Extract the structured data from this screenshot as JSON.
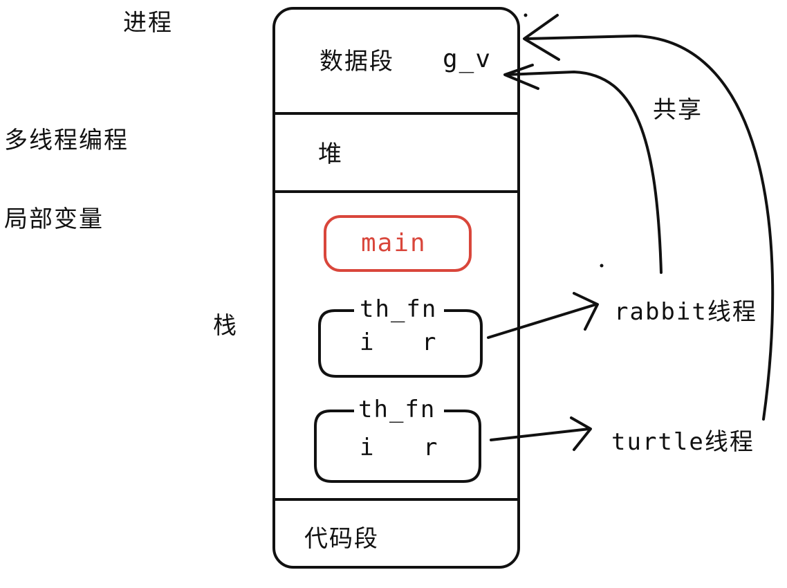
{
  "left_labels": {
    "process": "进程",
    "multithread": "多线程编程",
    "local_vars": "局部变量",
    "stack": "栈"
  },
  "memory": {
    "data_segment": "数据段",
    "global_var": "g_v",
    "heap": "堆",
    "main_frame": "main",
    "code_segment": "代码段"
  },
  "frames": [
    {
      "fn": "th_fn",
      "vars": [
        "i",
        "r"
      ]
    },
    {
      "fn": "th_fn",
      "vars": [
        "i",
        "r"
      ]
    }
  ],
  "threads": {
    "rabbit": "rabbit线程",
    "turtle": "turtle线程",
    "shared": "共享"
  },
  "colors": {
    "main_box": "#d9463b",
    "ink": "#111111"
  }
}
